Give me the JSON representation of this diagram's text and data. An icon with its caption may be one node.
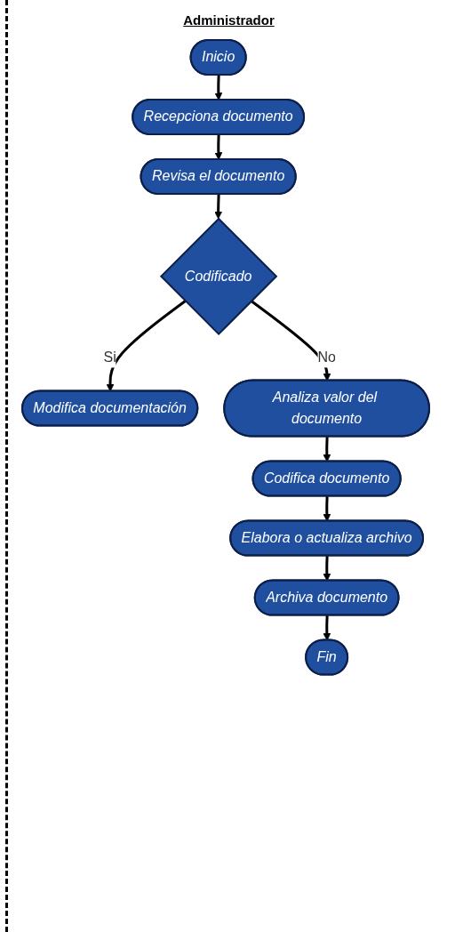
{
  "diagram": {
    "title": "Administrador",
    "nodes": [
      {
        "text": [
          "Inicio"
        ]
      },
      {
        "text": [
          "Recepciona documento"
        ]
      },
      {
        "text": [
          "Revisa el documento"
        ]
      },
      {
        "text": [
          "Codificado"
        ]
      },
      {
        "text": [
          "Modifica documentación"
        ]
      },
      {
        "text": [
          "Analiza valor del documento"
        ]
      },
      {
        "text": [
          "Codifica documento"
        ]
      },
      {
        "text": [
          "Elabora o actualiza archivo"
        ]
      },
      {
        "text": [
          "Archiva documento"
        ]
      },
      {
        "text": [
          "Fin"
        ]
      }
    ],
    "edges": [
      {
        "from": 0,
        "to": 1,
        "arrow": "to"
      },
      {
        "from": 1,
        "to": 2,
        "arrow": "to"
      },
      {
        "from": 2,
        "to": 3,
        "arrow": "to"
      },
      {
        "from": 3,
        "to": 4,
        "arrow": "to",
        "label": "Si"
      },
      {
        "from": 3,
        "to": 5,
        "arrow": "to",
        "label": "No"
      },
      {
        "from": 5,
        "to": 6,
        "arrow": "to"
      },
      {
        "from": 6,
        "to": 7,
        "arrow": "to"
      },
      {
        "from": 7,
        "to": 8,
        "arrow": "to"
      },
      {
        "from": 8,
        "to": 9,
        "arrow": "to"
      }
    ]
  }
}
